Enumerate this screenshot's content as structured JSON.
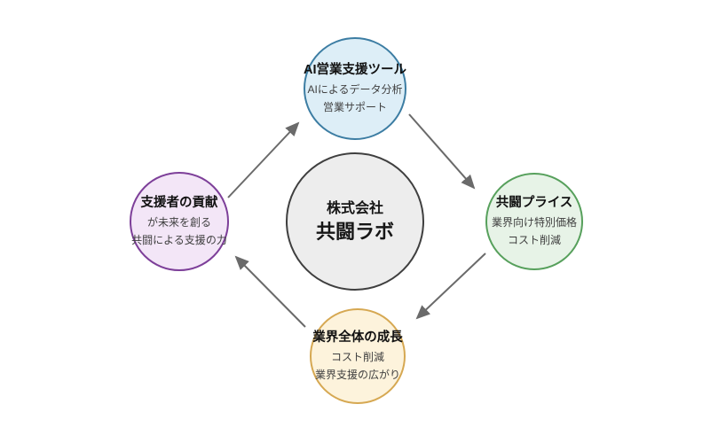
{
  "diagram": {
    "center": {
      "line1": "株式会社",
      "line2": "共闘ラボ",
      "fill": "#ededed",
      "border": "#3f3f3f"
    },
    "nodes": [
      {
        "id": "ai-sales-support-tool",
        "position": "top",
        "title": "AI営業支援ツール",
        "sub1": "AIによるデータ分析",
        "sub2": "営業サポート",
        "fill": "#ddeef7",
        "border": "#3c7da3"
      },
      {
        "id": "kyoto-price",
        "position": "right",
        "title": "共闘プライス",
        "sub1": "業界向け特別価格",
        "sub2": "コスト削減",
        "fill": "#e7f3e7",
        "border": "#57a05c"
      },
      {
        "id": "industry-growth",
        "position": "bottom",
        "title": "業界全体の成長",
        "sub1": "コスト削減",
        "sub2": "業界支援の広がり",
        "fill": "#fdf3dc",
        "border": "#d6a852"
      },
      {
        "id": "supporter-contribution",
        "position": "left",
        "title": "支援者の貢献",
        "sub1": "が未来を創る",
        "sub2": "共闘による支援の力",
        "fill": "#f3e6f7",
        "border": "#7d3f99"
      }
    ],
    "arrows": [
      {
        "from": "supporter-contribution",
        "to": "ai-sales-support-tool"
      },
      {
        "from": "ai-sales-support-tool",
        "to": "kyoto-price"
      },
      {
        "from": "kyoto-price",
        "to": "industry-growth"
      },
      {
        "from": "industry-growth",
        "to": "supporter-contribution"
      }
    ],
    "arrow_color": "#6a6a6a"
  }
}
